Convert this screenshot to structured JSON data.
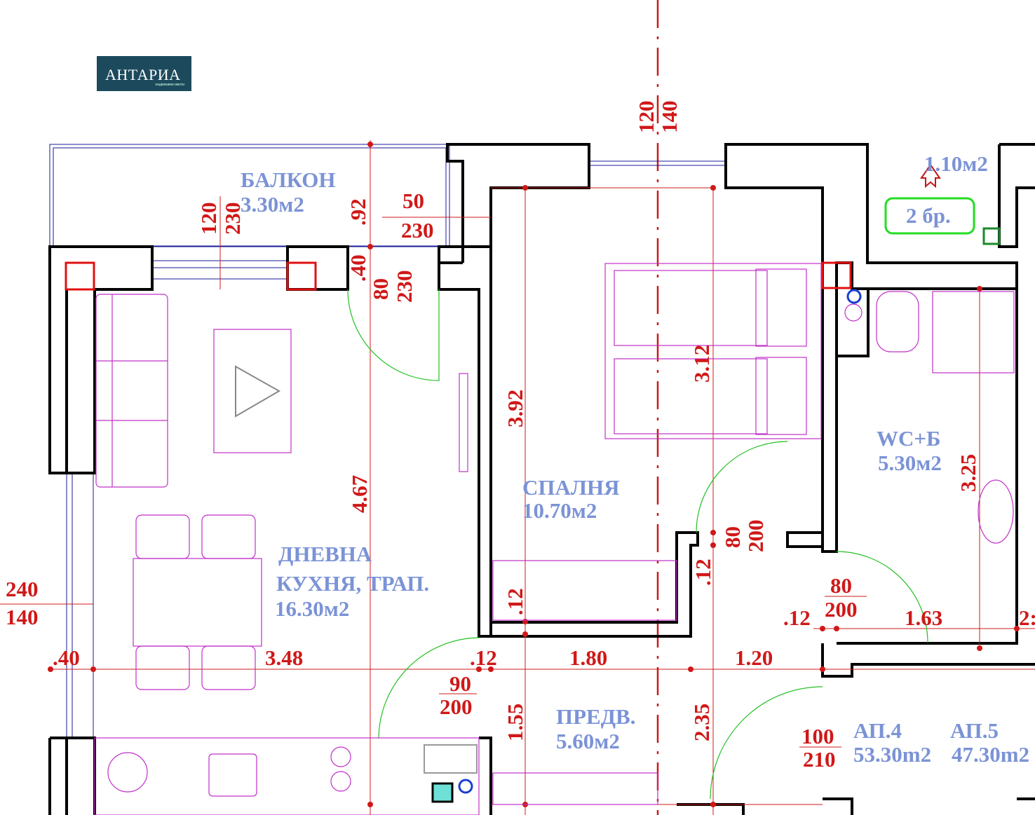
{
  "logo": {
    "text": "АНТАРИА",
    "subtitle": "недвижими имоти",
    "bg_color": "#1c4a5c"
  },
  "colors": {
    "walls": "#000000",
    "dimensions": "#d01818",
    "room_labels": "#7b93d6",
    "furniture": "#c030c8",
    "doors": "#22c022"
  },
  "rooms": {
    "balcony": {
      "name": "БАЛКОН",
      "area": "3.30м2"
    },
    "bedroom": {
      "name": "СПАЛНЯ",
      "area": "10.70м2"
    },
    "bath": {
      "name": "WC+Б",
      "area": "5.30м2"
    },
    "living": {
      "name1": "ДНЕВНА",
      "name2": "КУХНЯ, ТРАП.",
      "area": "16.30м2"
    },
    "hall": {
      "name": "ПРЕДВ.",
      "area": "5.60м2"
    },
    "shaft": {
      "area": "1.10м2",
      "units": "2 бр."
    },
    "ap4": {
      "name": "АП.4",
      "area": "53.30m2"
    },
    "ap5": {
      "name": "АП.5",
      "area": "47.30m2"
    }
  },
  "dims": {
    "axis_top_a": "120",
    "axis_top_b": "140",
    "balc_win_a": "120",
    "balc_win_b": "230",
    "d092": ".92",
    "d50": "50",
    "d230": "230",
    "d040v": ".40",
    "door_balc_a": "80",
    "door_balc_b": "230",
    "d392": "3.92",
    "d312": "3.12",
    "d467": "4.67",
    "d325": "3.25",
    "bed_door_a": "80",
    "bed_door_b": "200",
    "d012a": ".12",
    "d012b": ".12",
    "bath_door_a": "80",
    "bath_door_b": "200",
    "d012c": ".12",
    "d163": "1.63",
    "d2x": "2:",
    "left_win_a": "240",
    "left_win_b": "140",
    "d040": ".40",
    "d348": "3.48",
    "d012d": ".12",
    "d180": "1.80",
    "d120": "1.20",
    "entry_door_a": "90",
    "entry_door_b": "200",
    "d155": "1.55",
    "d235": "2.35",
    "main_door_a": "100",
    "main_door_b": "210"
  }
}
